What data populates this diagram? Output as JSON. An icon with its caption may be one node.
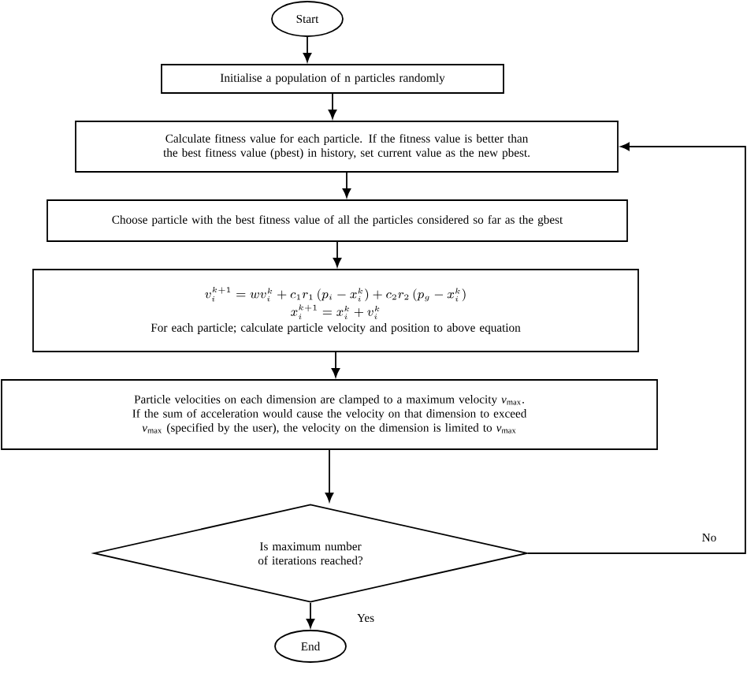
{
  "diagram": {
    "nodes": [
      {
        "text": [
          "Start"
        ]
      },
      {
        "text": [
          "Initialise a population of n particles randomly"
        ]
      },
      {
        "text": [
          "Calculate fitness value for each particle. If the fitness value is better than the best fitness value (pbest) in history, set current value as the new pbest."
        ]
      },
      {
        "text": [
          "Choose particle with the best fitness value of all the particles considered so far as the gbest"
        ]
      },
      {
        "text": [
          "v_i^{k+1} = w v_i^k + c_1 r_1 \\left( p_i - x_i^k \\right) + c_2 r_2 \\left( p_g - x_i^k \\right)",
          "x_i^{k+1} = x_i^k + v_i^k",
          "For each particle; calculate particle velocity and position to above equation"
        ]
      },
      {
        "text": [
          "Particle velocities on each dimension are clamped to a maximum velocity *v*$_{max}$. If the sum of acceleration would cause the velocity on that dimension to exceed *v*$_{max}$ (specified by the user), the velocity on the dimension is limited to *v*$_{max}$"
        ]
      },
      {
        "text": [
          "Is maximum number of iterations reached?"
        ]
      },
      {
        "text": [
          "End"
        ]
      }
    ],
    "edges": [
      {
        "from": 0,
        "to": 1,
        "arrow": "to"
      },
      {
        "from": 1,
        "to": 2,
        "arrow": "to"
      },
      {
        "from": 2,
        "to": 3,
        "arrow": "to"
      },
      {
        "from": 3,
        "to": 4,
        "arrow": "to"
      },
      {
        "from": 4,
        "to": 5,
        "arrow": "to"
      },
      {
        "from": 5,
        "to": 6,
        "arrow": "to"
      },
      {
        "from": 6,
        "to": 7,
        "arrow": "to",
        "label": "Yes"
      },
      {
        "from": 6,
        "to": 2,
        "arrow": "to",
        "label": "No"
      }
    ]
  }
}
